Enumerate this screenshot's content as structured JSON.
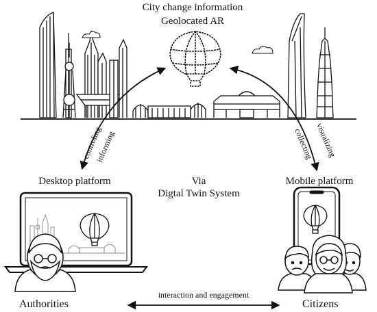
{
  "top": {
    "title_line1": "City change information",
    "title_line2": "Geolocated AR"
  },
  "left_arrow": {
    "label_outer": "controling",
    "label_inner": "informing"
  },
  "right_arrow": {
    "label_outer": "visualizing",
    "label_inner": "collecting"
  },
  "middle": {
    "via": "Via",
    "system": "Digtal Twin System"
  },
  "desktop": {
    "label": "Desktop platform"
  },
  "mobile": {
    "label": "Mobile platform"
  },
  "bottom": {
    "authorities": "Authorities",
    "citizens": "Citizens",
    "interaction": "interaction and engagement"
  },
  "icons": {
    "balloon": "hot-air-balloon-icon",
    "skyline": "city-skyline-icon",
    "laptop": "laptop-icon",
    "phone": "smartphone-icon",
    "authority_person": "bearded-man-icon",
    "citizens_group": "people-group-icon"
  },
  "colors": {
    "ink": "#111111",
    "background": "#ffffff"
  }
}
